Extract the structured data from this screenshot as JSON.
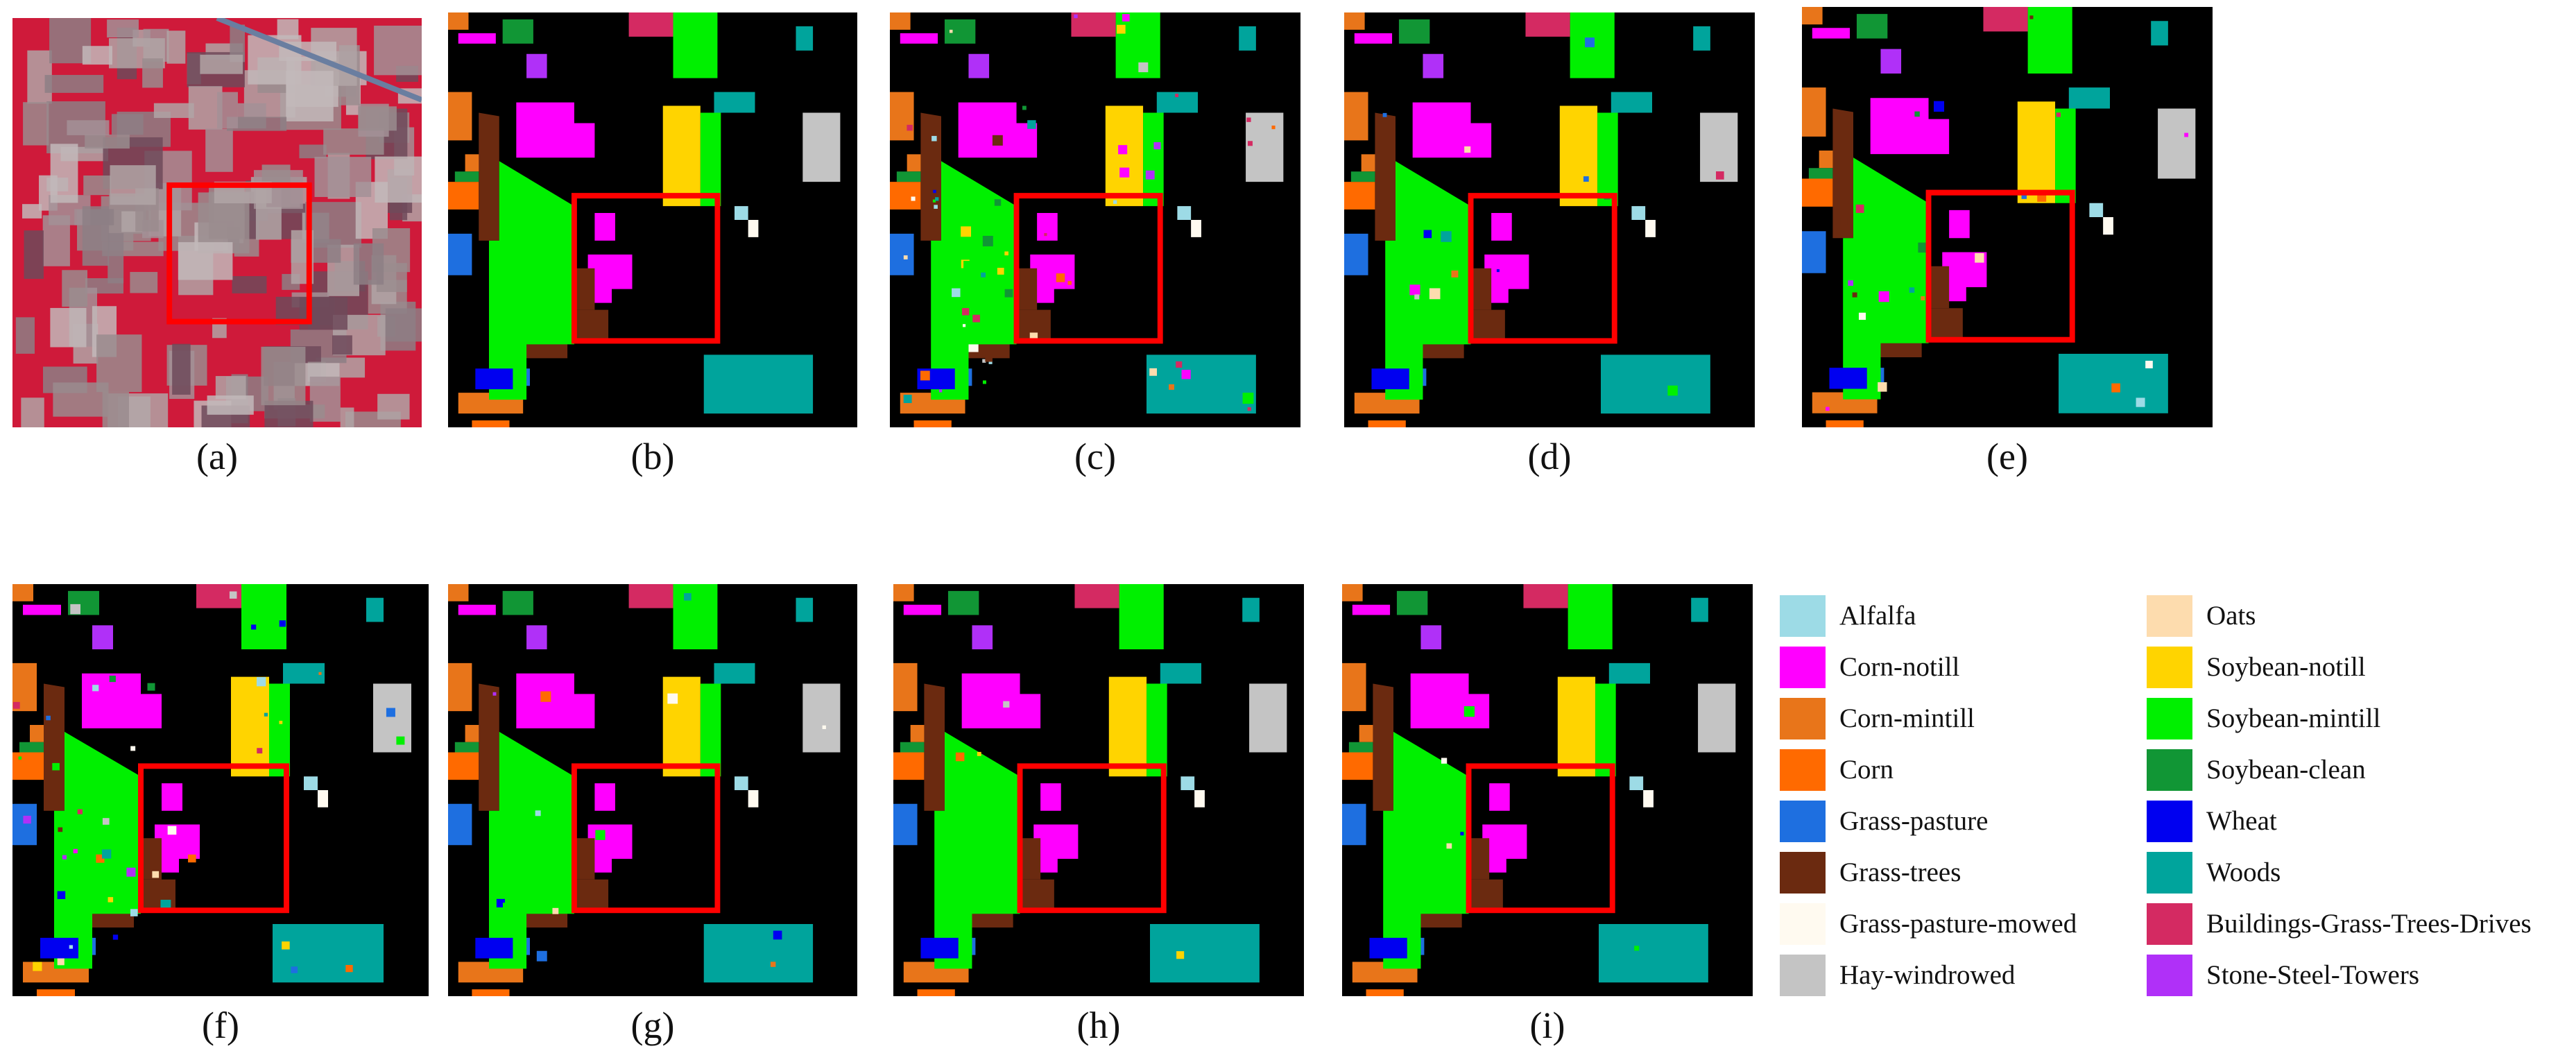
{
  "colors": {
    "Alfalfa": "#9ddbe6",
    "Corn-notill": "#ff00ff",
    "Corn-mintill": "#e8751a",
    "Corn": "#ff6a00",
    "Grass-pasture": "#1e6fe0",
    "Grass-trees": "#6b2a10",
    "Grass-pasture-mowed": "#fffaf0",
    "Hay-windrowed": "#c4c4c4",
    "Oats": "#fddcae",
    "Soybean-notill": "#ffd400",
    "Soybean-mintill": "#00f000",
    "Soybean-clean": "#119635",
    "Wheat": "#0000f0",
    "Woods": "#00a49c",
    "Buildings-Grass-Trees-Drives": "#d42a62",
    "Stone-Steel-Towers": "#b030f8",
    "background": "#000000",
    "highlight": "#ff0000"
  },
  "panels": [
    {
      "label": "(a)",
      "image": "false-color-composite"
    },
    {
      "label": "(b)",
      "image": "ground-truth-map"
    },
    {
      "label": "(c)",
      "image": "classification-map",
      "noise": 0.42
    },
    {
      "label": "(d)",
      "image": "classification-map",
      "noise": 0.12
    },
    {
      "label": "(e)",
      "image": "classification-map",
      "noise": 0.18
    },
    {
      "label": "(f)",
      "image": "classification-map",
      "noise": 0.3
    },
    {
      "label": "(g)",
      "image": "classification-map",
      "noise": 0.1
    },
    {
      "label": "(h)",
      "image": "classification-map",
      "noise": 0.05
    },
    {
      "label": "(i)",
      "image": "classification-map",
      "noise": 0.07
    }
  ],
  "legend": {
    "left": [
      "Alfalfa",
      "Corn-notill",
      "Corn-mintill",
      "Corn",
      "Grass-pasture",
      "Grass-trees",
      "Grass-pasture-mowed",
      "Hay-windrowed"
    ],
    "right": [
      "Oats",
      "Soybean-notill",
      "Soybean-mintill",
      "Soybean-clean",
      "Wheat",
      "Woods",
      "Buildings-Grass-Trees-Drives",
      "Stone-Steel-Towers"
    ]
  }
}
